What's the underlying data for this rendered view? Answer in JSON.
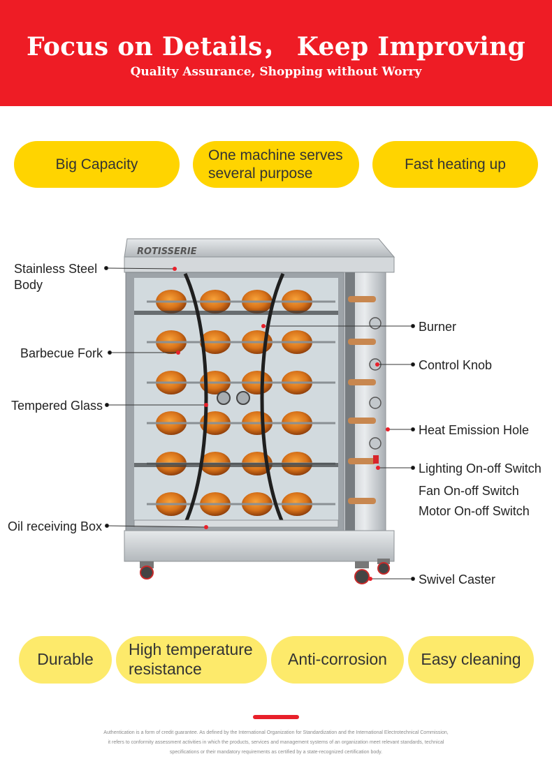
{
  "header": {
    "title": "Focus on Details， Keep Improving",
    "subtitle": "Quality Assurance, Shopping without Worry"
  },
  "features_top": [
    "Big Capacity",
    "One machine serves several purpose",
    "Fast heating up"
  ],
  "features_top_split": {
    "line1": "One machine serves",
    "line2": "several purpose"
  },
  "machine": {
    "brand": "ROTISSERIE"
  },
  "labels_left": {
    "body_line1": "Stainless Steel",
    "body_line2": "Body",
    "fork": "Barbecue Fork",
    "glass": "Tempered Glass",
    "oil_box": "Oil receiving Box"
  },
  "labels_right": {
    "burner": "Burner",
    "knob": "Control Knob",
    "heat_hole": "Heat Emission Hole",
    "lighting_switch": "Lighting On-off Switch",
    "fan_switch": "Fan On-off Switch",
    "motor_switch": "Motor On-off Switch",
    "caster": "Swivel Caster"
  },
  "features_bottom": {
    "durable": "Durable",
    "high_temp_line1": "High temperature",
    "high_temp_line2": "resistance",
    "anti_corrosion": "Anti-corrosion",
    "easy_cleaning": "Easy cleaning"
  },
  "footer": {
    "line1": "Authentication is a form of credit guarantee. As defined by the International Organization for Standardization and the International Electrotechnical Commission,",
    "line2": "it refers to conformity assessment activities in which the products, services and management systems of an organization meet relevant standards, technical",
    "line3": "specifications or their mandatory requirements as certified by a state-recognized certification body."
  },
  "colors": {
    "banner_red": "#ee1c25",
    "pill_yellow": "#ffd400",
    "pill_light_yellow": "#fdea6b",
    "marker_red": "#e8202a"
  }
}
